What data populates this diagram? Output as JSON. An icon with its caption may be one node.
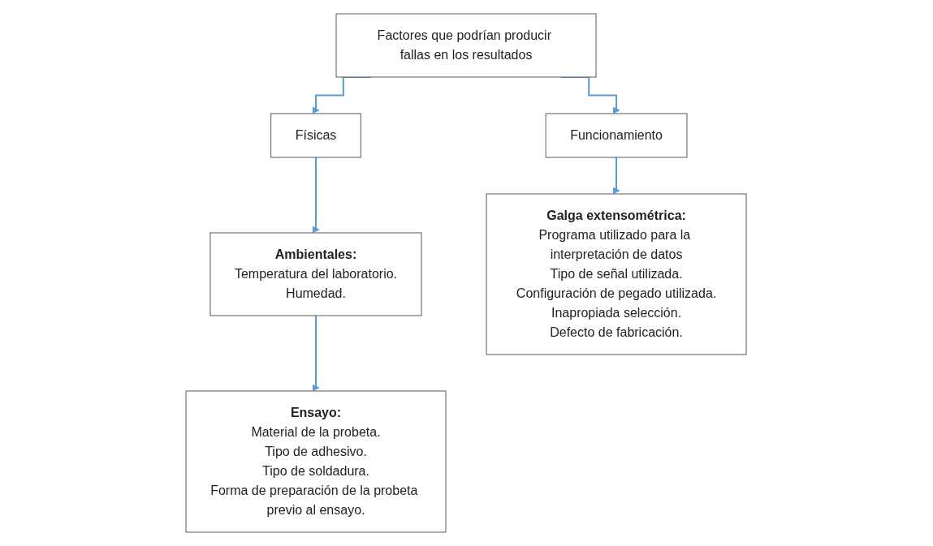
{
  "diagram": {
    "nodes": [
      {
        "text": [
          "Factores que podrían producir fallas en los resultados"
        ]
      },
      {
        "text": [
          "Físicas"
        ]
      },
      {
        "text": [
          "Funcionamiento"
        ]
      },
      {
        "text": [
          "Ambientales:",
          "Temperatura del laboratorio.",
          "Humedad."
        ]
      },
      {
        "text": [
          "Ensayo:",
          "Material de la probeta.",
          "Tipo de adhesivo.",
          "Tipo de soldadura.",
          "Forma de preparación de la probeta previo al ensayo."
        ]
      },
      {
        "text": [
          "Galga extensométrica:",
          "Programa utilizado para la interpretación de datos",
          "Tipo de señal utilizada.",
          "Configuración de pegado utilizada.",
          "Inapropiada selección.",
          "Defecto de fabricación."
        ]
      }
    ],
    "edges": [
      {
        "from": 0,
        "to": 1,
        "arrow": "to"
      },
      {
        "from": 0,
        "to": 2,
        "arrow": "to"
      },
      {
        "from": 1,
        "to": 3,
        "arrow": "to"
      },
      {
        "from": 3,
        "to": 4,
        "arrow": "to"
      },
      {
        "from": 2,
        "to": 5,
        "arrow": "to"
      }
    ]
  }
}
